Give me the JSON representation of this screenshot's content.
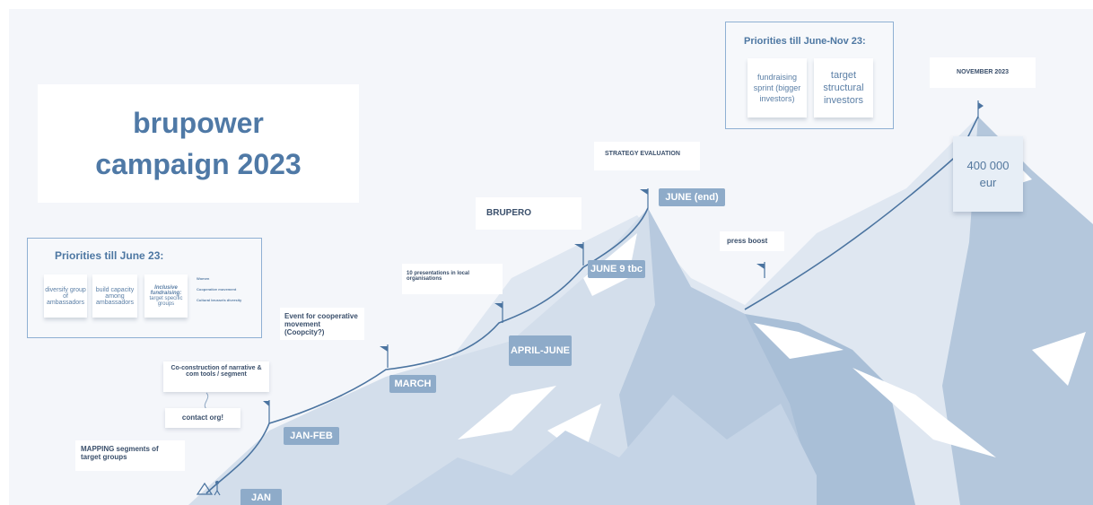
{
  "title": {
    "line1": "brupower",
    "line2": "campaign 2023"
  },
  "priorities_june": {
    "title": "Priorities till June 23:",
    "stickies": [
      {
        "text": "diversify group of ambassadors"
      },
      {
        "text": "build capacity among ambassadors"
      },
      {
        "text_em": "Inclusive fundraising:",
        "text_rest": "target specific groups"
      }
    ],
    "mini_labels": [
      "Women",
      "Cooperative movement",
      "Cultural brussels diversity"
    ]
  },
  "priorities_nov": {
    "title": "Priorities till June-Nov 23:",
    "stickies": [
      {
        "text": "fundraising sprint (bigger investors)"
      },
      {
        "text": "target structural investors"
      }
    ]
  },
  "milestones": [
    {
      "label": "JAN"
    },
    {
      "label": "JAN-FEB"
    },
    {
      "label": "MARCH"
    },
    {
      "label": "APRIL-JUNE"
    },
    {
      "label": "JUNE 9 tbc"
    },
    {
      "label": "JUNE (end)"
    }
  ],
  "notes": {
    "mapping": "MAPPING segments of target groups",
    "coconstruction": "Co-construction of narrative & com tools / segment",
    "contact": "contact org!",
    "event": "Event for cooperative movement (Coopcity?)",
    "presentations": "10 presentations in local organisations",
    "brupero": "BRUPERO",
    "strategy": "STRATEGY EVALUATION",
    "press": "press boost",
    "november": "NOVEMBER 2023"
  },
  "goal": {
    "amount": "400 000",
    "unit": "eur"
  },
  "colors": {
    "mountain_light": "#dce5f0",
    "mountain_mid": "#c2d2e4",
    "mountain_dark": "#a9bfd7",
    "path": "#4b74a0",
    "tag": "#8eabc9",
    "title": "#4f79a6"
  }
}
